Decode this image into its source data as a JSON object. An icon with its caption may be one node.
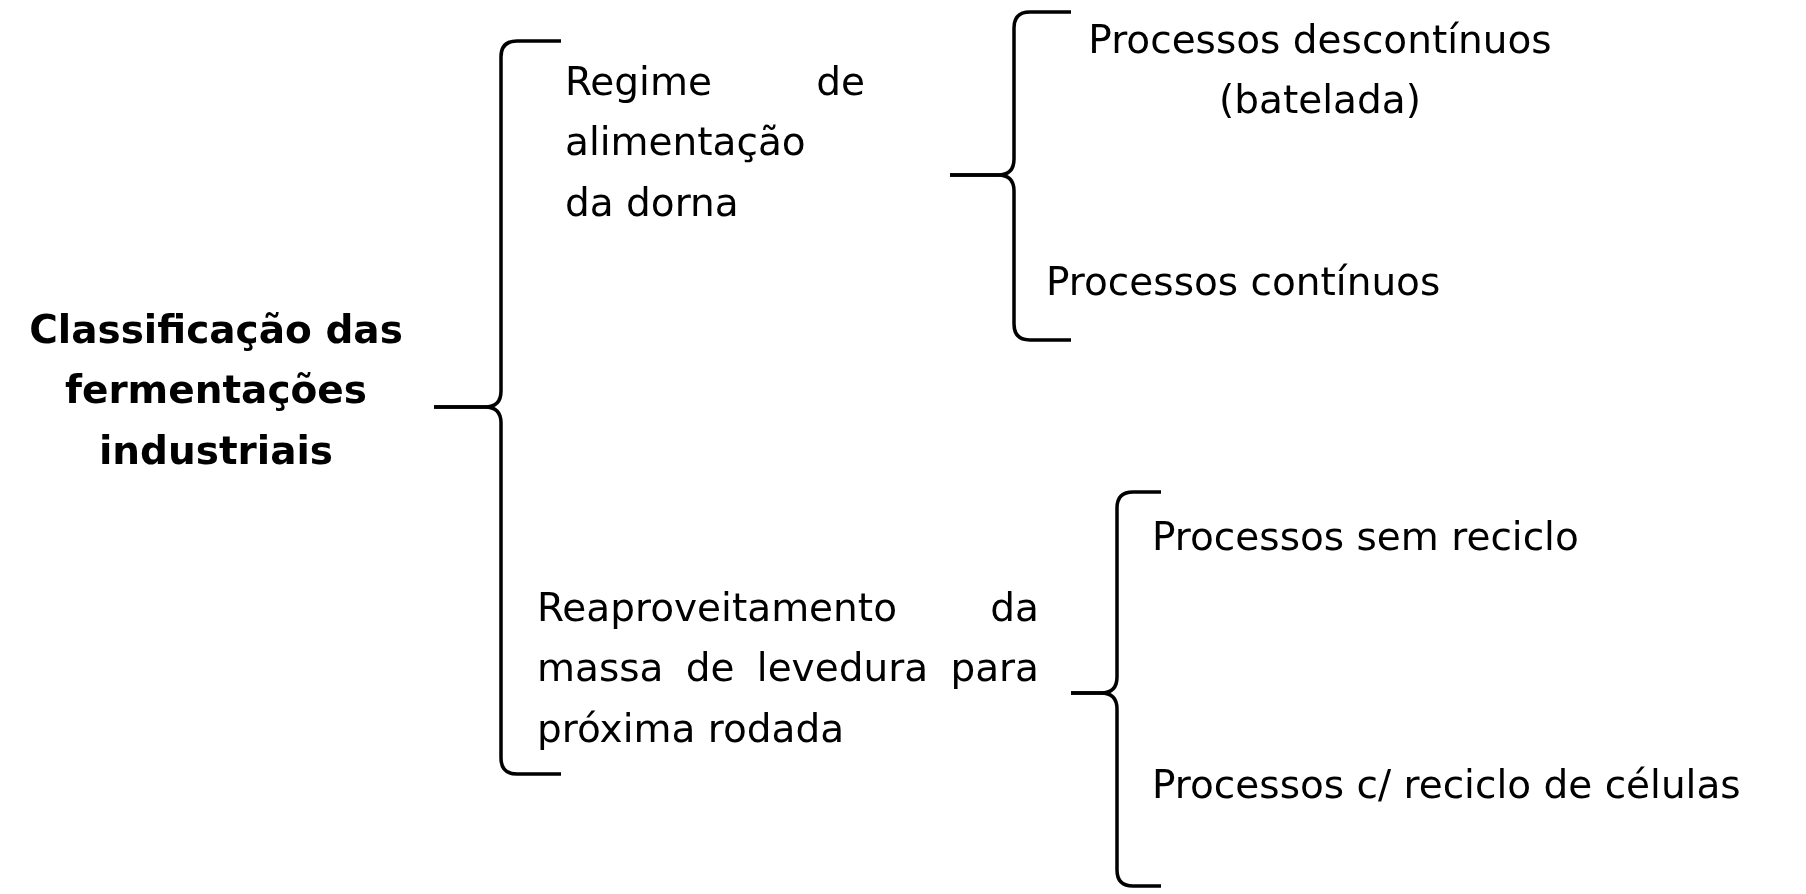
{
  "diagram": {
    "nodes": [
      {
        "text": [
          "Classificação das fermentações industriais"
        ]
      },
      {
        "text": [
          "Regime de alimentação da dorna"
        ]
      },
      {
        "text": [
          "Processos descontínuos (batelada)"
        ]
      },
      {
        "text": [
          "Processos contínuos"
        ]
      },
      {
        "text": [
          "Reaproveitamento da massa de levedura para próxima rodada"
        ]
      },
      {
        "text": [
          "Processos sem reciclo"
        ]
      },
      {
        "text": [
          "Processos c/ reciclo de células"
        ]
      }
    ],
    "edges": [
      {
        "from": 0,
        "to": 1,
        "arrow": "none"
      },
      {
        "from": 0,
        "to": 4,
        "arrow": "none"
      },
      {
        "from": 1,
        "to": 2,
        "arrow": "none"
      },
      {
        "from": 1,
        "to": 3,
        "arrow": "none"
      },
      {
        "from": 4,
        "to": 5,
        "arrow": "none"
      },
      {
        "from": 4,
        "to": 6,
        "arrow": "none"
      }
    ]
  }
}
